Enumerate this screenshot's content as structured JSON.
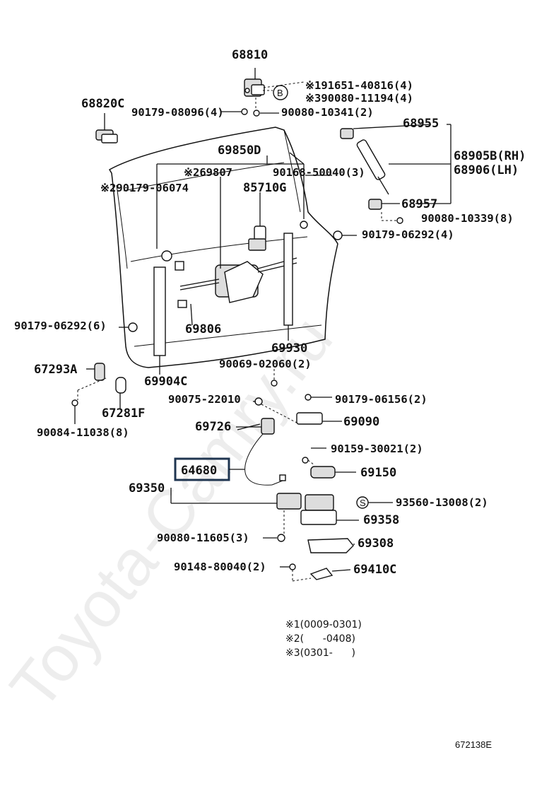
{
  "diagram": {
    "watermark": "Toyota-Camry.ru",
    "drawing_code": "672138E",
    "highlighted_part": "64680",
    "labels": {
      "p68810": "68810",
      "p191651": "※191651-40816(4)",
      "p390080": "※390080-11194(4)",
      "p68820c": "68820C",
      "p90179_08096": "90179-08096(4)",
      "p90080_10341": "90080-10341(2)",
      "p68955": "68955",
      "p69850d": "69850D",
      "p269807": "※269807",
      "p90168": "90168-50040(3)",
      "p68905b": "68905B(RH)",
      "p68906": "68906(LH)",
      "p290179": "※290179-06074",
      "p85710g": "85710G",
      "p68957": "68957",
      "p90080_10339": "90080-10339(8)",
      "p90179_06292_4": "90179-06292(4)",
      "p90179_06292_6": "90179-06292(6)",
      "p69806": "69806",
      "p69930": "69930",
      "p67293a": "67293A",
      "p69904c": "69904C",
      "p90069": "90069-02060(2)",
      "p90075": "90075-22010",
      "p90179_06156": "90179-06156(2)",
      "p67281f": "67281F",
      "p69726": "69726",
      "p69090": "69090",
      "p90084": "90084-11038(8)",
      "p90159": "90159-30021(2)",
      "p64680": "64680",
      "p69150": "69150",
      "p69350": "69350",
      "p93560": "93560-13008(2)",
      "p69358": "69358",
      "p90080_11605": "90080-11605(3)",
      "p69308": "69308",
      "p90148": "90148-80040(2)",
      "p69410c": "69410C"
    },
    "callouts": {
      "b_marker": "B",
      "s_marker": "S"
    },
    "notes": [
      "※1(0009-0301)",
      "※2(      -0408)",
      "※3(0301-      )"
    ]
  }
}
